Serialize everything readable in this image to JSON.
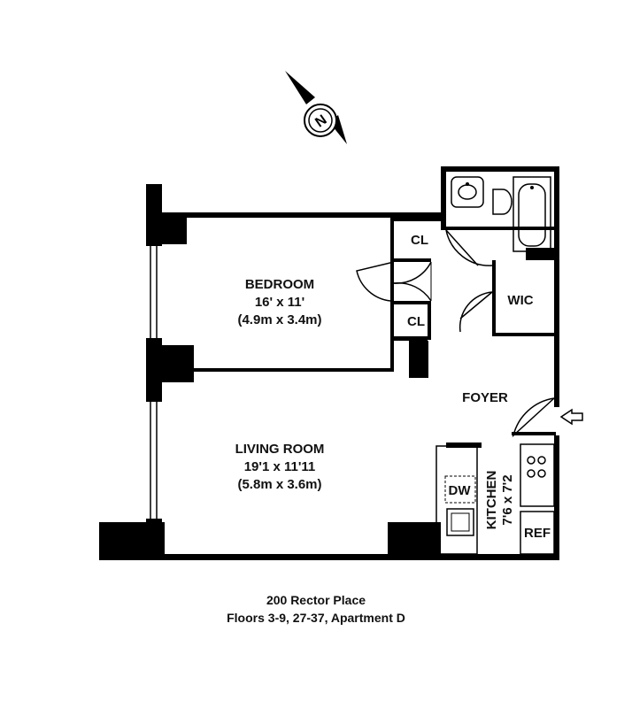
{
  "compass": {
    "label": "N",
    "icon": "north-arrow-icon"
  },
  "rooms": {
    "bedroom": {
      "name": "BEDROOM",
      "size_ft": "16' x 11'",
      "size_m": "(4.9m x 3.4m)"
    },
    "living_room": {
      "name": "LIVING ROOM",
      "size_ft": "19'1 x 11'11",
      "size_m": "(5.8m x 3.6m)"
    },
    "kitchen": {
      "name": "KITCHEN",
      "size_ft": "7'6 x 7'2"
    },
    "foyer": {
      "name": "FOYER"
    },
    "closet_top": {
      "name": "CL"
    },
    "closet_bottom": {
      "name": "CL"
    },
    "wic": {
      "name": "WIC"
    },
    "dw": {
      "name": "DW"
    },
    "ref": {
      "name": "REF"
    }
  },
  "caption": {
    "address": "200 Rector Place",
    "unit": "Floors 3-9, 27-37, Apartment D"
  }
}
